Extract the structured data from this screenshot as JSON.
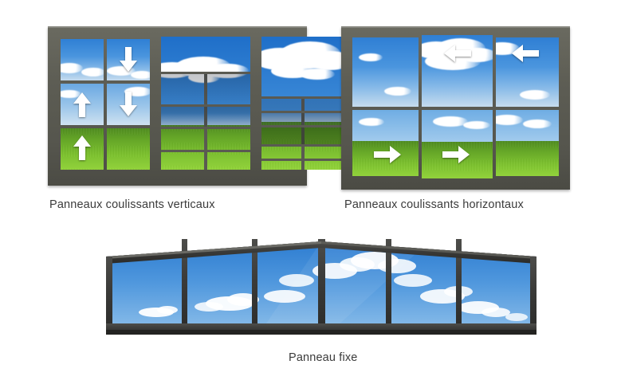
{
  "figure": {
    "background_color": "#ffffff",
    "frame_color": "#5d5d54",
    "dark_frame_color": "#3a3a38",
    "sky_color": "#3d8bd8",
    "grass_color": "#63a822",
    "arrow_color": "#ffffff",
    "caption_color": "#3b3b3b"
  },
  "panels": [
    {
      "id": "vertical",
      "caption": "Panneaux coulissants verticaux",
      "type": "sliding-window-vertical",
      "sections": 3,
      "section_layout": [
        {
          "name": "left-section",
          "columns": 2,
          "rows": 3,
          "inner_sash": false
        },
        {
          "name": "middle-section",
          "columns": 2,
          "rows": 3,
          "inner_sash": true,
          "inner_sash_offset": "lowered"
        },
        {
          "name": "right-section",
          "columns": 2,
          "rows": 5,
          "inner_sash": true,
          "inner_sash_offset": "lowered-more"
        }
      ],
      "arrows": [
        {
          "direction": "down",
          "cell": "left-section r1 c2"
        },
        {
          "direction": "up",
          "cell": "left-section r2 c1"
        },
        {
          "direction": "down",
          "cell": "left-section r2 c2"
        },
        {
          "direction": "up",
          "cell": "left-section r3 c1"
        }
      ]
    },
    {
      "id": "horizontal",
      "caption": "Panneaux coulissants horizontaux",
      "type": "sliding-window-horizontal",
      "columns": 3,
      "rows": 2,
      "arrows": [
        {
          "direction": "left",
          "cell": "r1 c2"
        },
        {
          "direction": "left",
          "cell": "r1 c3"
        },
        {
          "direction": "right",
          "cell": "r2 c1"
        },
        {
          "direction": "right",
          "cell": "r2 c2"
        }
      ]
    },
    {
      "id": "fixed",
      "caption": "Panneau fixe",
      "type": "gable-fixed-window",
      "shape": "triangular-gable",
      "panes": 6,
      "arrows": []
    }
  ]
}
